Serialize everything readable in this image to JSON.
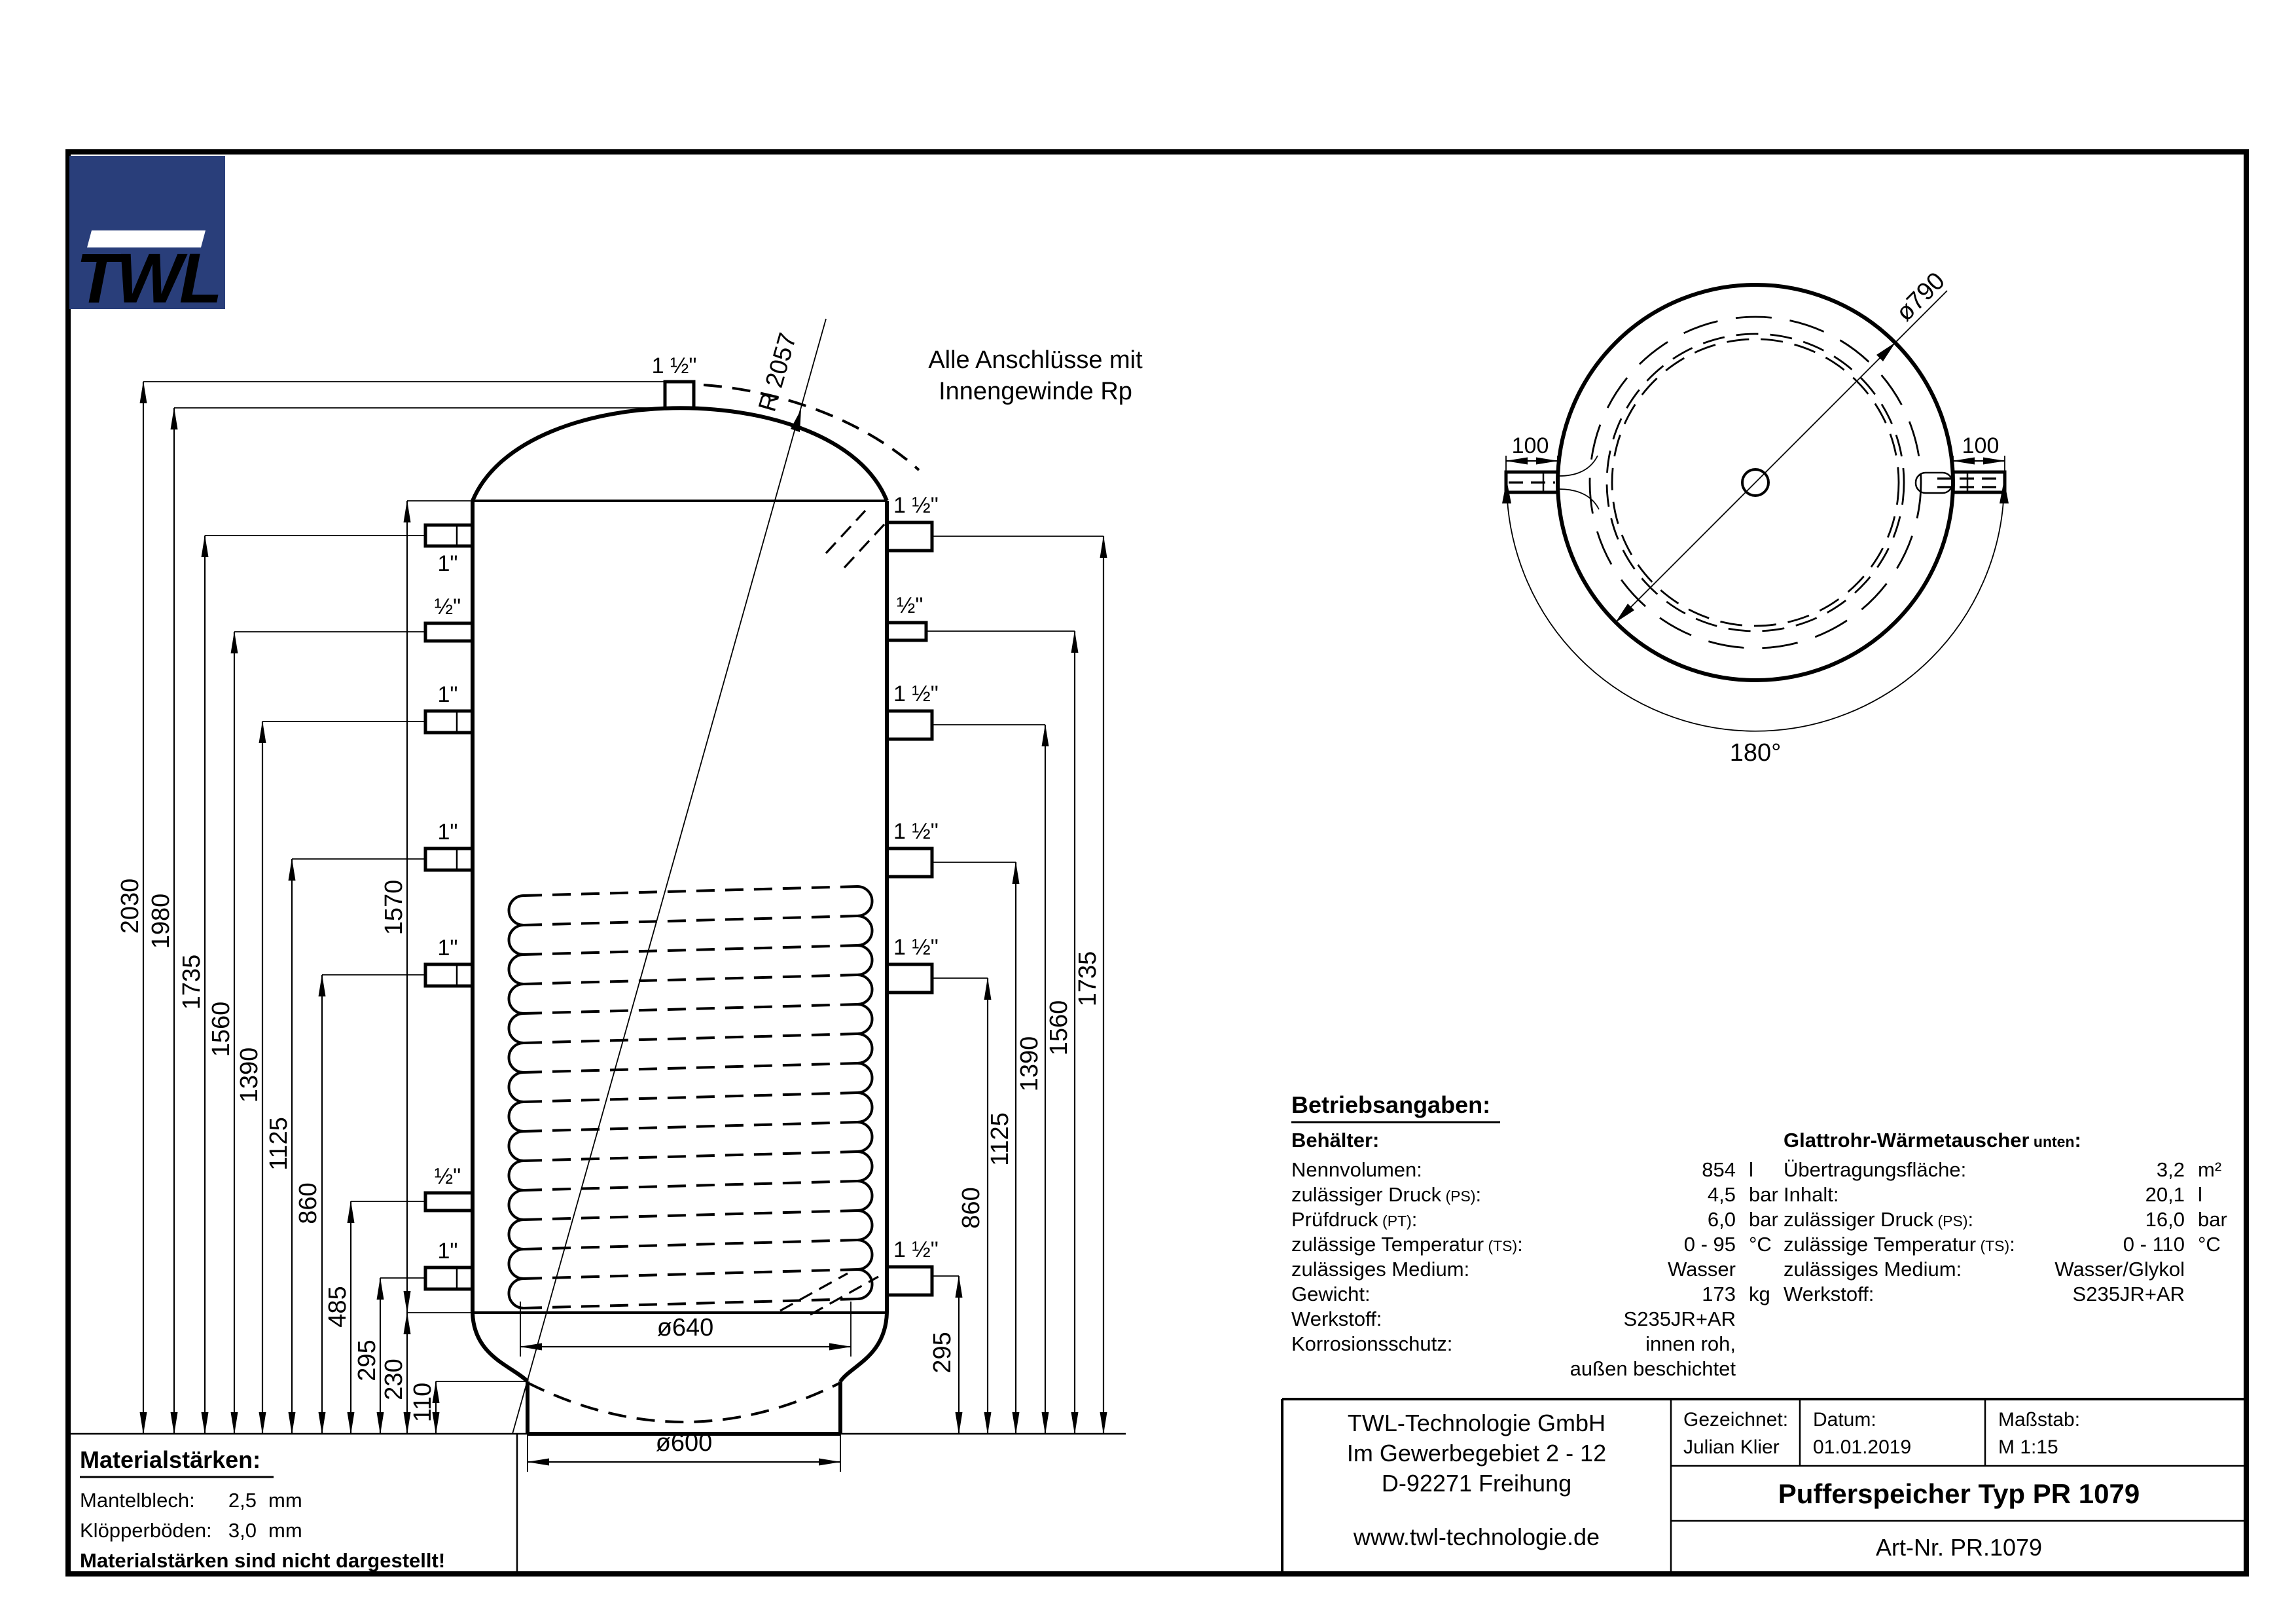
{
  "logo": {
    "text": "TWL"
  },
  "front_view": {
    "note_line1": "Alle Anschlüsse mit",
    "note_line2": "Innengewinde Rp",
    "radius_label": "R 2057",
    "top_nozzle": "1 ½\"",
    "left_nozzles": [
      "1\"",
      "½\"",
      "1\"",
      "1\"",
      "1\"",
      "½\"",
      "1\""
    ],
    "right_nozzles": [
      "1 ½\"",
      "½\"",
      "1 ½\"",
      "1 ½\"",
      "1 ½\"",
      "1 ½\""
    ],
    "left_dims": [
      "2030",
      "1980",
      "1735",
      "1560",
      "1390",
      "1125",
      "860",
      "485",
      "295",
      "230",
      "110"
    ],
    "shell_dim": "1570",
    "right_dims": [
      "295",
      "860",
      "1125",
      "1390",
      "1560",
      "1735"
    ],
    "dia_bottom": "ø640",
    "dia_base": "ø600"
  },
  "top_view": {
    "diameter": "ø790",
    "left_offset": "100",
    "right_offset": "100",
    "angle": "180°"
  },
  "operating": {
    "title": "Betriebsangaben:",
    "vessel_header": "Behälter:",
    "vessel_rows": [
      {
        "l": "Nennvolumen",
        "s": "",
        "c": ":",
        "v": "854",
        "u": "l"
      },
      {
        "l": "zulässiger Druck",
        "s": " (PS)",
        "c": ":",
        "v": "4,5",
        "u": "bar"
      },
      {
        "l": "Prüfdruck",
        "s": " (PT)",
        "c": ":",
        "v": "6,0",
        "u": "bar"
      },
      {
        "l": "zulässige Temperatur",
        "s": " (TS)",
        "c": ":",
        "v": "0 - 95",
        "u": "°C"
      },
      {
        "l": "zulässiges Medium",
        "s": "",
        "c": ":",
        "v": "Wasser",
        "u": ""
      },
      {
        "l": "Gewicht",
        "s": "",
        "c": ":",
        "v": "173",
        "u": "kg"
      },
      {
        "l": "Werkstoff",
        "s": "",
        "c": ":",
        "v": "S235JR+AR",
        "u": ""
      },
      {
        "l": "Korrosionsschutz",
        "s": "",
        "c": ":",
        "v": "innen roh,",
        "u": ""
      },
      {
        "l": "",
        "s": "",
        "c": "",
        "v": "außen beschichtet",
        "u": ""
      }
    ],
    "hx_header_main": "Glattrohr-Wärmetauscher",
    "hx_header_sub": " unten",
    "hx_header_colon": ":",
    "hx_rows": [
      {
        "l": "Übertragungsfläche",
        "s": "",
        "c": ":",
        "v": "3,2",
        "u": "m²"
      },
      {
        "l": "Inhalt",
        "s": "",
        "c": ":",
        "v": "20,1",
        "u": "l"
      },
      {
        "l": "zulässiger Druck",
        "s": " (PS)",
        "c": ":",
        "v": "16,0",
        "u": "bar"
      },
      {
        "l": "zulässige Temperatur",
        "s": " (TS)",
        "c": ":",
        "v": "0 - 110",
        "u": "°C"
      },
      {
        "l": "zulässiges Medium",
        "s": "",
        "c": ":",
        "v": "Wasser/Glykol",
        "u": ""
      },
      {
        "l": "Werkstoff",
        "s": "",
        "c": ":",
        "v": "S235JR+AR",
        "u": ""
      }
    ]
  },
  "material": {
    "title": "Materialstärken:",
    "rows": [
      {
        "l": "Mantelblech:",
        "v": "2,5",
        "u": "mm"
      },
      {
        "l": "Klöpperböden:",
        "v": "3,0",
        "u": "mm"
      }
    ],
    "note": "Materialstärken sind nicht dargestellt!"
  },
  "title_block": {
    "company": [
      "TWL-Technologie GmbH",
      "Im Gewerbegebiet 2 - 12",
      "D-92271 Freihung",
      "www.twl-technologie.de"
    ],
    "drawn_label": "Gezeichnet:",
    "drawn": "Julian Klier",
    "date_label": "Datum:",
    "date": "01.01.2019",
    "scale_label": "Maßstab:",
    "scale": "M 1:15",
    "product": "Pufferspeicher Typ PR 1079",
    "part_no": "Art-Nr. PR.1079"
  }
}
